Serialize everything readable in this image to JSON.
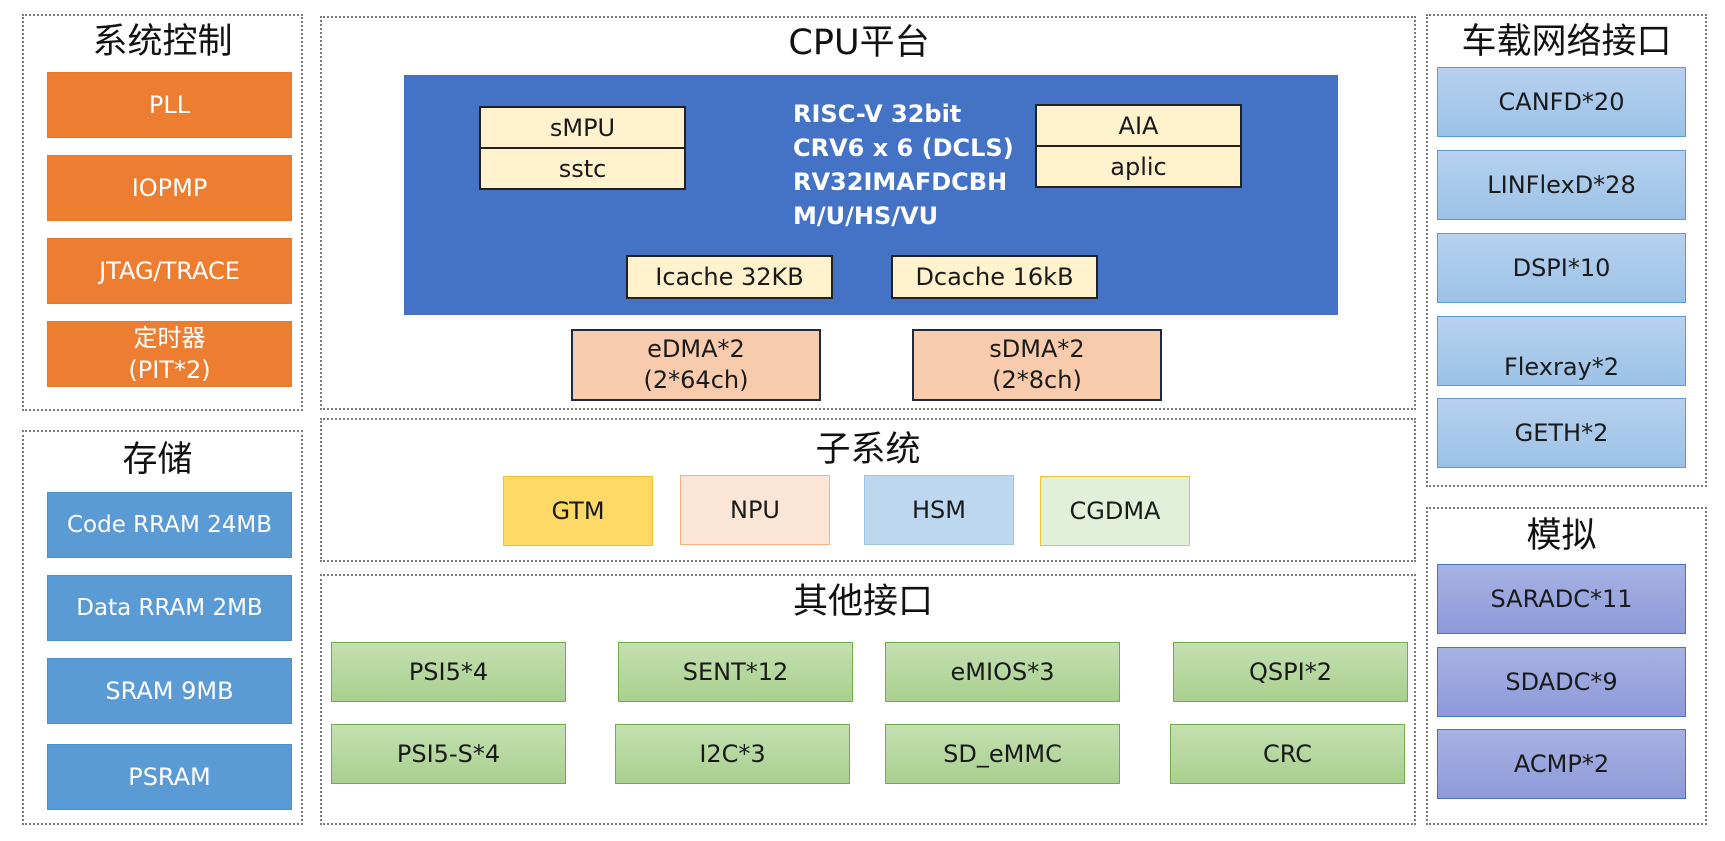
{
  "system_control": {
    "title": "系统控制",
    "items": [
      "PLL",
      "IOPMP",
      "JTAG/TRACE",
      "定时器\n(PIT*2)"
    ]
  },
  "storage": {
    "title": "存储",
    "items": [
      "Code RRAM 24MB",
      "Data RRAM 2MB",
      "SRAM 9MB",
      "PSRAM"
    ]
  },
  "cpu_platform": {
    "title": "CPU平台",
    "mpu_label": "sMPU",
    "sstc_label": "sstc",
    "core_lines": [
      "RISC-V 32bit",
      "CRV6 x 6 (DCLS)",
      "RV32IMAFDCBH",
      "M/U/HS/VU"
    ],
    "aia_label": "AIA",
    "aplic_label": "aplic",
    "icache": "Icache 32KB",
    "dcache": "Dcache 16kB",
    "edma": "eDMA*2\n(2*64ch)",
    "sdma": "sDMA*2\n(2*8ch)"
  },
  "subsystem": {
    "title": "子系统",
    "items": [
      "GTM",
      "NPU",
      "HSM",
      "CGDMA"
    ]
  },
  "other_interfaces": {
    "title": "其他接口",
    "row1": [
      "PSI5*4",
      "SENT*12",
      "eMIOS*3",
      "QSPI*2"
    ],
    "row2": [
      "PSI5-S*4",
      "I2C*3",
      "SD_eMMC",
      "CRC"
    ]
  },
  "vehicle_network": {
    "title": "车载网络接口",
    "items": [
      "CANFD*20",
      "LINFlexD*28",
      "DSPI*10",
      "Flexray*2",
      "GETH*2"
    ]
  },
  "analog": {
    "title": "模拟",
    "items": [
      "SARADC*11",
      "SDADC*9",
      "ACMP*2"
    ]
  },
  "colors": {
    "control": "#ed7d31",
    "storage": "#5b9bd5",
    "cpu_core": "#4472c4",
    "cache": "#fff2cc",
    "dma": "#f8cbad",
    "gtm": "#ffd966",
    "npu": "#fbe5d6",
    "hsm": "#bdd7ee",
    "cgdma": "#e2f0d9",
    "interface": "#a9d08e",
    "network": "#9dc3e6",
    "analog": "#8f9bd9"
  }
}
